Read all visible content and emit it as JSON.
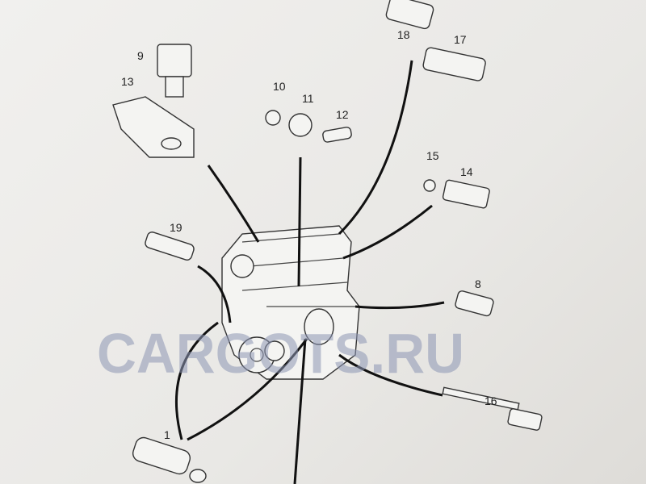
{
  "diagram": {
    "watermark": "CARGOTS.RU",
    "part_labels": {
      "p1": "1",
      "p8": "8",
      "p9": "9",
      "p10": "10",
      "p11": "11",
      "p12": "12",
      "p13": "13",
      "p14": "14",
      "p15": "15",
      "p16": "16",
      "p17": "17",
      "p18": "18",
      "p19": "19"
    }
  }
}
